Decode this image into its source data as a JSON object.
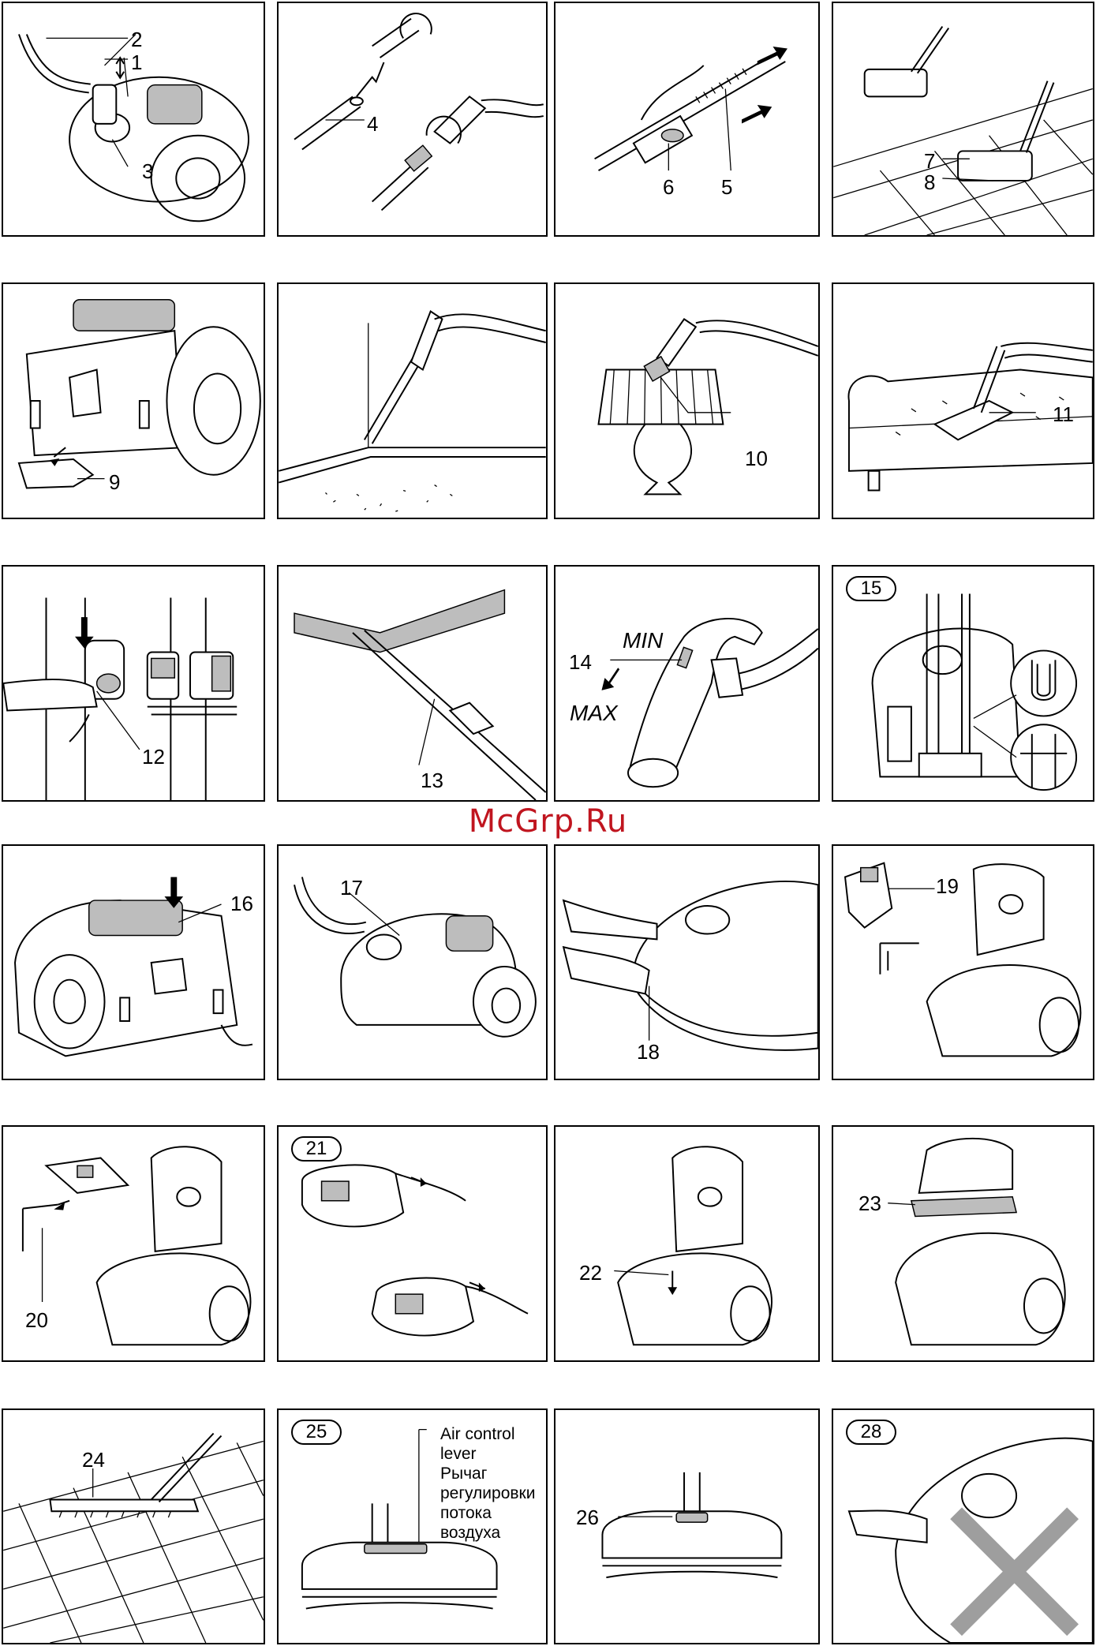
{
  "watermark": "McGrp.Ru",
  "panels": [
    {
      "labels": [
        "2",
        "1",
        "3"
      ]
    },
    {
      "labels": [
        "4"
      ]
    },
    {
      "labels": [
        "6",
        "5"
      ]
    },
    {
      "labels": [
        "7",
        "8"
      ]
    },
    {
      "labels": [
        "9"
      ]
    },
    {
      "labels": []
    },
    {
      "labels": [
        "10"
      ]
    },
    {
      "labels": [
        "11"
      ]
    },
    {
      "labels": [
        "12"
      ]
    },
    {
      "labels": [
        "13"
      ]
    },
    {
      "labels": [
        "14"
      ],
      "min": "MIN",
      "max": "MAX"
    },
    {
      "labels": [],
      "badge": "15"
    },
    {
      "labels": [
        "16"
      ]
    },
    {
      "labels": [
        "17"
      ]
    },
    {
      "labels": [
        "18"
      ]
    },
    {
      "labels": [
        "19"
      ]
    },
    {
      "labels": [
        "20"
      ]
    },
    {
      "labels": [],
      "badge": "21"
    },
    {
      "labels": [
        "22"
      ]
    },
    {
      "labels": [
        "23"
      ]
    },
    {
      "labels": [
        "24"
      ]
    },
    {
      "labels": [],
      "badge": "25",
      "annotation_en": [
        "Air control",
        "lever"
      ],
      "annotation_ru": [
        "Рычаг",
        "регулировки",
        "потока",
        "воздуха"
      ]
    },
    {
      "labels": [
        "26"
      ]
    },
    {
      "labels": [],
      "badge": "28"
    }
  ]
}
